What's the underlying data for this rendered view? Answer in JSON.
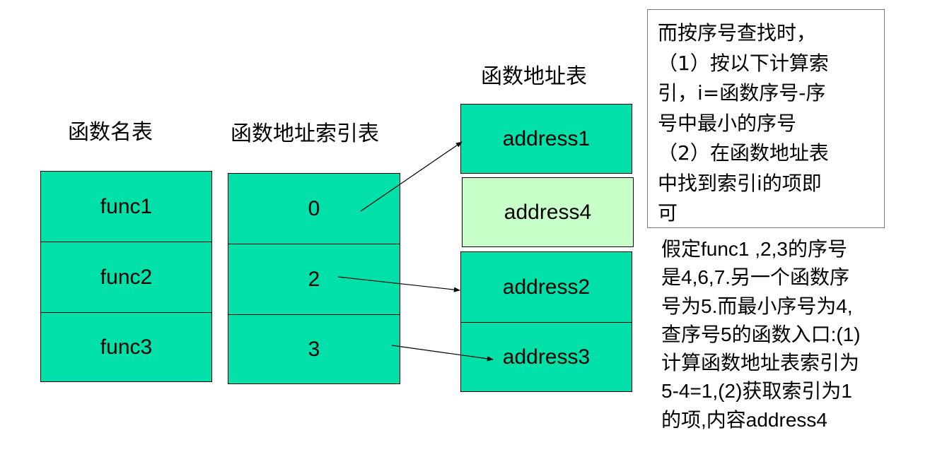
{
  "labels": {
    "func_name_table": "函数名表",
    "addr_index_table": "函数地址索引表",
    "addr_table": "函数地址表"
  },
  "func_name_table": [
    "func1",
    "func2",
    "func3"
  ],
  "addr_index_table": [
    "0",
    "2",
    "3"
  ],
  "addr_table": [
    "address1",
    "address4",
    "address2",
    "address3"
  ],
  "note": {
    "lines": [
      "而按序号查找时，",
      "（1）按以下计算索",
      "引，i=函数序号-序",
      "号中最小的序号",
      "（2）在函数地址表",
      "中找到索引i的项即",
      "可"
    ]
  },
  "explain": {
    "lines": [
      "假定func1 ,2,3的序号",
      "是4,6,7.另一个函数序",
      "号为5.而最小序号为4,",
      "查序号5的函数入口:(1)",
      "计算函数地址表索引为",
      "5-4=1,(2)获取索引为1",
      "的项,内容address4"
    ]
  },
  "colors": {
    "cell_fill": "#00e0a8",
    "highlight_fill": "#c8ffc8"
  }
}
